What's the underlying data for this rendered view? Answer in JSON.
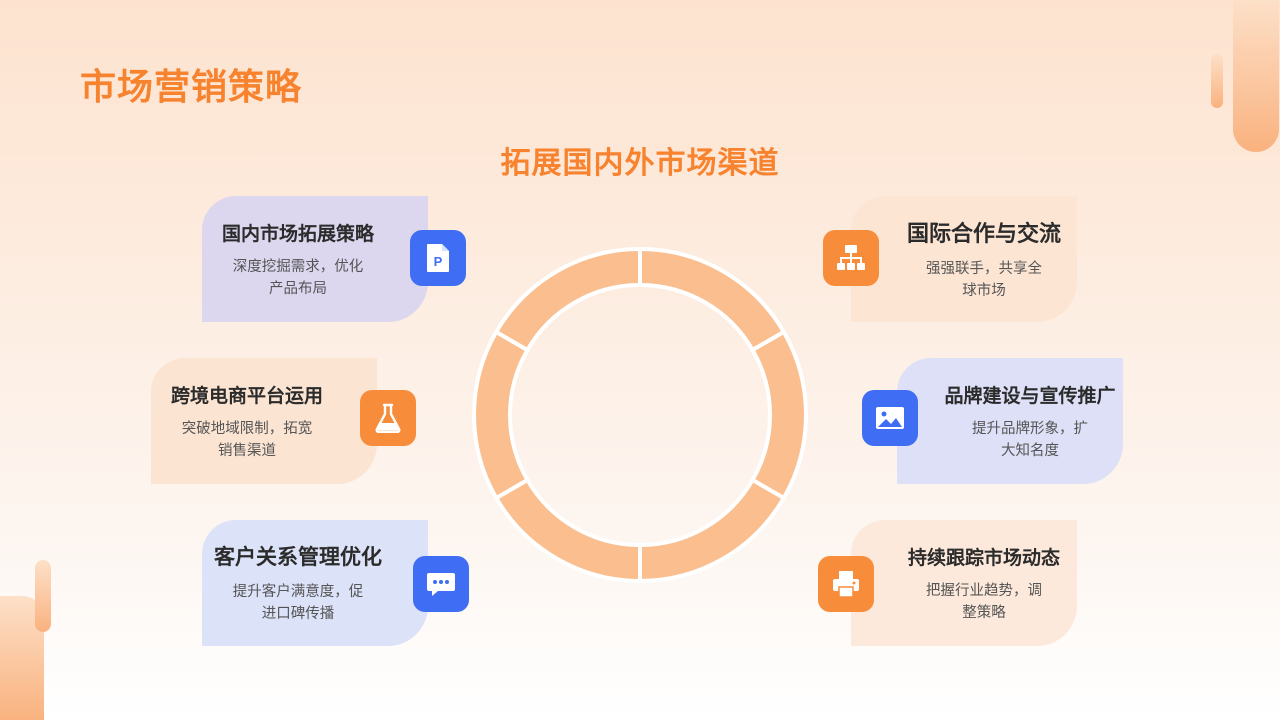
{
  "page": {
    "title": "市场营销策略",
    "subtitle": "拓展国内外市场渠道"
  },
  "colors": {
    "accent": "#f7832f",
    "ring": "#fbbf8f",
    "blue_icon": "#3f6df3",
    "orange_icon": "#f78c3a"
  },
  "cards": [
    {
      "title": "国内市场拓展策略",
      "desc": "深度挖掘需求，优化产品布局",
      "icon": "document-p-icon"
    },
    {
      "title": "跨境电商平台运用",
      "desc": "突破地域限制，拓宽销售渠道",
      "icon": "flask-icon"
    },
    {
      "title": "客户关系管理优化",
      "desc": "提升客户满意度，促进口碑传播",
      "icon": "chat-bubble-icon"
    },
    {
      "title": "国际合作与交流",
      "desc": "强强联手，共享全球市场",
      "icon": "org-chart-icon"
    },
    {
      "title": "品牌建设与宣传推广",
      "desc": "提升品牌形象，扩大知名度",
      "icon": "image-icon"
    },
    {
      "title": "持续跟踪市场动态",
      "desc": "把握行业趋势，调整策略",
      "icon": "printer-icon"
    }
  ]
}
